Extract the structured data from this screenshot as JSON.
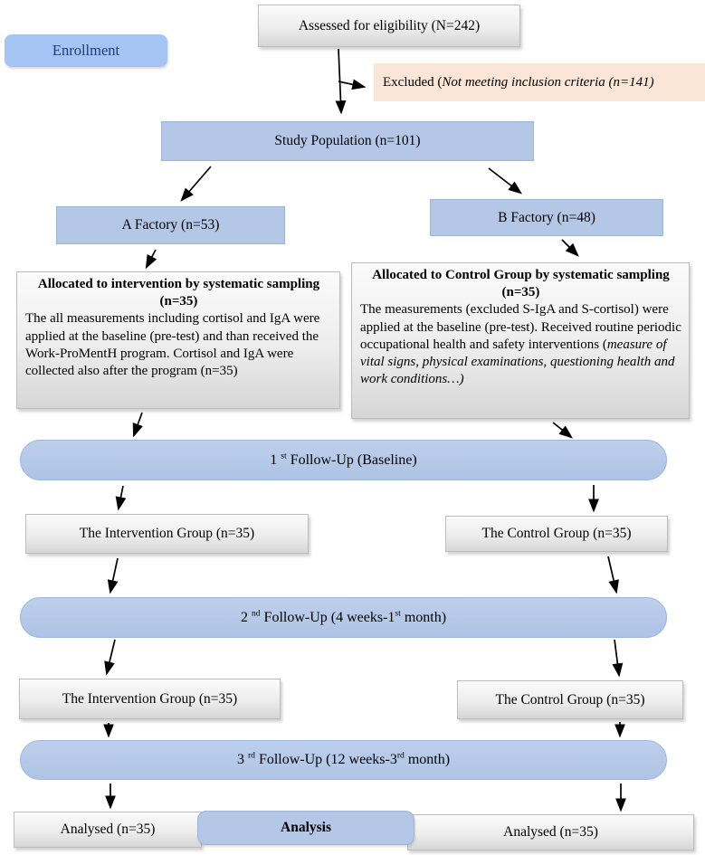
{
  "palette": {
    "blue_box": "#b4c7e7",
    "blue_pill": "#aec3e5",
    "enrollment_bg": "#a5c4f3",
    "enrollment_text": "#1e3c78",
    "excluded_bg": "#fbe5d6",
    "gray_box": "#ededed",
    "arrow": "#000000"
  },
  "boxes": {
    "assessed": "Assessed for eligibility (N=242)",
    "enrollment": "Enrollment",
    "excluded_prefix": "Excluded (",
    "excluded_italic": "Not meeting inclusion criteria (n=141)",
    "study_population": "Study Population (n=101)",
    "factory_a": "A Factory (n=53)",
    "factory_b": "B Factory (n=48)"
  },
  "allocation": {
    "intervention": {
      "title": "Allocated to intervention by systematic sampling (n=35)",
      "body": "The all measurements including cortisol and IgA were applied at the baseline (pre-test) and than received the Work-ProMentH program. Cortisol and IgA were collected also after the program (n=35)"
    },
    "control": {
      "title": "Allocated to Control Group by systematic sampling (n=35)",
      "body_regular": "The measurements (excluded S-IgA and S-cortisol) were applied at the baseline (pre-test). Received routine periodic occupational health and safety interventions (",
      "body_italic": "measure of vital signs, physical examinations, questioning health and work conditions…)"
    }
  },
  "followups": {
    "f1": {
      "num": "1 ",
      "sup": "st",
      "rest": " Follow-Up (Baseline)"
    },
    "f2": {
      "num": "2 ",
      "sup": "nd",
      "mid": " Follow-Up (4 weeks-1",
      "sup2": "st",
      "rest": " month)"
    },
    "f3": {
      "num": "3 ",
      "sup": "rd",
      "mid": " Follow-Up (12 weeks-3",
      "sup2": "rd",
      "rest": " month)"
    }
  },
  "groups": {
    "intervention": "The Intervention Group (n=35)",
    "control": "The Control Group (n=35)"
  },
  "analysis": {
    "label": "Analysis",
    "analysed_left": "Analysed (n=35)",
    "analysed_right": "Analysed (n=35)"
  }
}
